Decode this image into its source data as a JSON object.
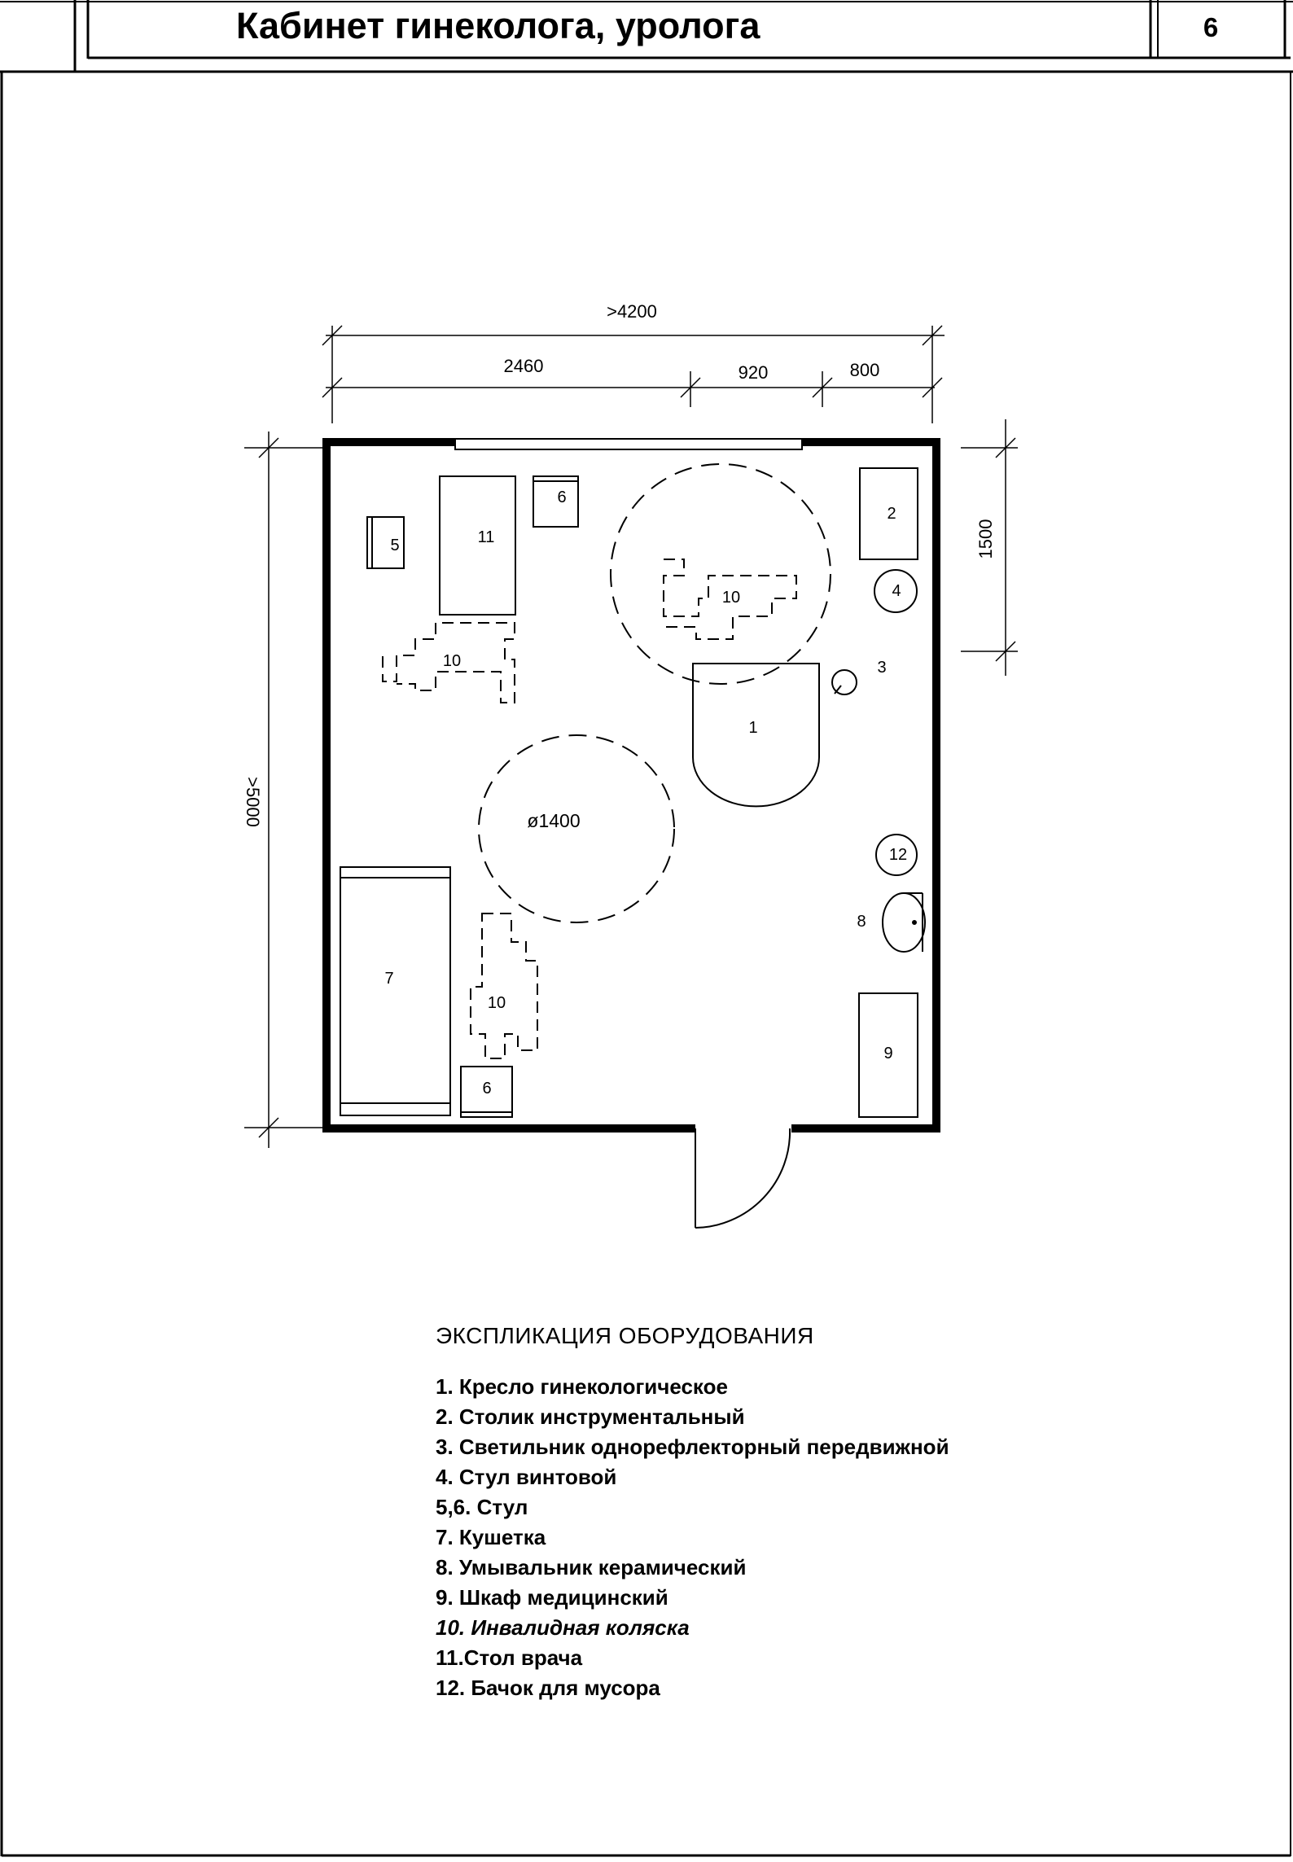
{
  "header": {
    "title": "Кабинет гинеколога, уролога",
    "page_number": "6"
  },
  "dimensions": {
    "overall_width": ">4200",
    "segment_1": "2460",
    "segment_2": "920",
    "segment_3": "800",
    "side_1500": "1500",
    "overall_height": ">5000",
    "circle_diameter": "ø1400"
  },
  "plan_labels": {
    "chair_1": "1",
    "table_2": "2",
    "lamp_3": "3",
    "stool_4": "4",
    "chair_5": "5",
    "chair_6_top": "6",
    "chair_6_bottom": "6",
    "couch_7": "7",
    "sink_8": "8",
    "cabinet_9": "9",
    "wheelchair_10_top": "10",
    "wheelchair_10_left": "10",
    "wheelchair_10_bottom": "10",
    "desk_11": "11",
    "bin_12": "12"
  },
  "legend": {
    "title": "ЭКСПЛИКАЦИЯ ОБОРУДОВАНИЯ",
    "items": [
      "1. Кресло гинекологическое",
      "2. Столик инструментальный",
      "3. Светильник однорефлекторный передвижной",
      "4. Стул винтовой",
      "5,6. Стул",
      "7. Кушетка",
      "8. Умывальник керамический",
      "9. Шкаф медицинский",
      "10. Инвалидная коляска",
      "11.Стол врача",
      "12. Бачок для мусора"
    ]
  }
}
